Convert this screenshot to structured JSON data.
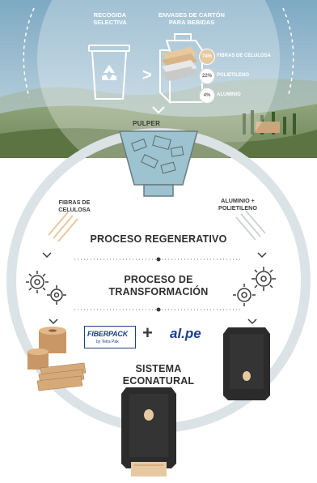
{
  "collection": {
    "selective_label": "RECOGIDA\nSELECTIVA",
    "cartons_label": "ENVASES DE CARTÓN\nPARA BEBIDAS",
    "composition": [
      {
        "pct": "74%",
        "label": "FIBRAS DE CELULOSA"
      },
      {
        "pct": "22%",
        "label": "POLIETILENO"
      },
      {
        "pct": "4%",
        "label": "ALUMINIO"
      }
    ]
  },
  "pulper_label": "PULPER",
  "fibers_label": "FIBRAS DE\nCELULOSA",
  "alu_label": "ALUMINIO +\nPOLIETILENO",
  "regen_label": "PROCESO REGENERATIVO",
  "transform_label": "PROCESO DE\nTRANSFORMACIÓN",
  "fiberpack": {
    "name": "FIBERPACK",
    "sub": "by Tetra Pak"
  },
  "plus": "+",
  "alpe": "al.pe",
  "system_label": "SISTEMA\nECONATURAL",
  "colors": {
    "circle": "#dbe3e6",
    "accent_tan": "#e6c9a0",
    "dispenser": "#2b2b2b",
    "pulper_fill": "#9cc3cf"
  }
}
